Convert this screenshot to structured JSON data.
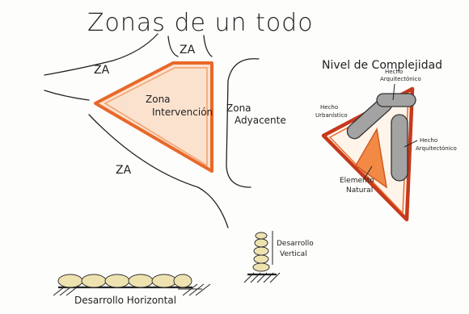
{
  "title": "Zonas de un todo",
  "zones": {
    "za_top": "ZA",
    "za_left": "ZA",
    "za_bottom": "ZA",
    "intervention_line1": "Zona",
    "intervention_line2": "Intervención",
    "adjacent_line1": "Zona",
    "adjacent_line2": "Adyacente"
  },
  "complexity": {
    "title": "Nivel de Complejidad",
    "label_top_line1": "Hecho",
    "label_top_line2": "Arquitectónico",
    "label_left_line1": "Hecho",
    "label_left_line2": "Urbanístico",
    "label_right_line1": "Hecho",
    "label_right_line2": "Arquitectónico",
    "label_bottom_line1": "Elemento",
    "label_bottom_line2": "Natural"
  },
  "development": {
    "horizontal": "Desarrollo Horizontal",
    "vertical_line1": "Desarrollo",
    "vertical_line2": "Vertical"
  },
  "colors": {
    "ink": "#222222",
    "orange": "#e8692a",
    "orange_fill": "#f6b07e",
    "red_brown": "#c6391c",
    "gray": "#9a9a9a",
    "beige": "#eee3b0"
  }
}
